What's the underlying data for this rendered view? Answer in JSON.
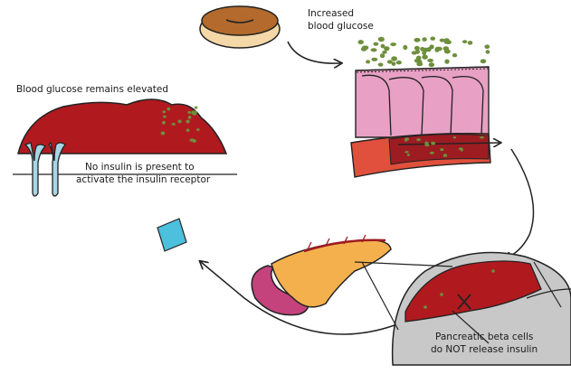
{
  "labels": {
    "increased_glucose": [
      "Increased",
      "blood glucose"
    ],
    "glucose_elevated": "Blood glucose remains elevated",
    "no_insulin": [
      "No insulin is present to",
      "activate the insulin receptor"
    ],
    "beta_cells": [
      "Pancreatic beta cells",
      "do NOT release insulin"
    ]
  },
  "colors": {
    "blood_red": "#b01a1f",
    "vessel_red": "#e0503c",
    "epithelium_pink": "#e8a0c4",
    "glucose_green": "#6e8f3c",
    "pancreas_orange": "#f5b04e",
    "duodenum_pink": "#c4437c",
    "receptor_blue": "#a7d6e6",
    "insulin_blue": "#4cc0dc",
    "magnifier_gray": "#c8c8c8",
    "donut_brown": "#b36a2c"
  }
}
